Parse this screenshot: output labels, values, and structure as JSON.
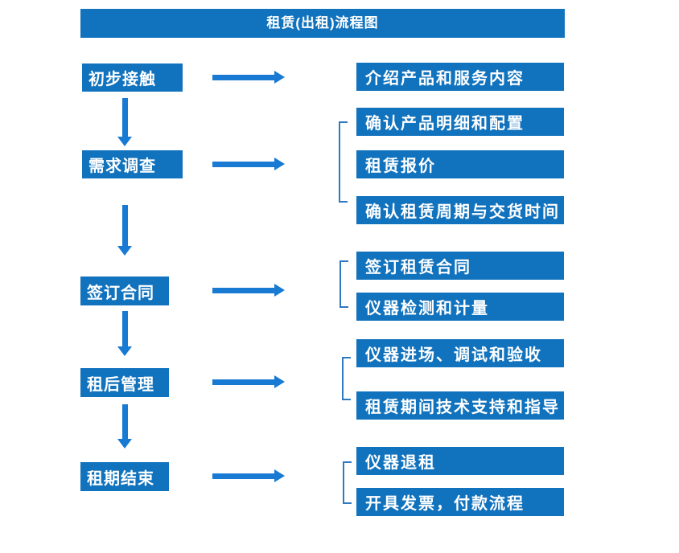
{
  "title": "租赁(出租)流程图",
  "colors": {
    "box_blue": "#1172bd",
    "arrow_blue": "#187ad2",
    "bracket_blue": "#2e79c0",
    "text_white": "#ffffff"
  },
  "steps": [
    {
      "label": "初步接触",
      "details": [
        "介绍产品和服务内容"
      ]
    },
    {
      "label": "需求调查",
      "details": [
        "确认产品明细和配置",
        "租赁报价",
        "确认租赁周期与交货时间"
      ]
    },
    {
      "label": "签订合同",
      "details": [
        "签订租赁合同",
        "仪器检测和计量"
      ]
    },
    {
      "label": "租后管理",
      "details": [
        "仪器进场、调试和验收",
        "租赁期间技术支持和指导"
      ]
    },
    {
      "label": "租期结束",
      "details": [
        "仪器退租",
        "开具发票，付款流程"
      ]
    }
  ]
}
